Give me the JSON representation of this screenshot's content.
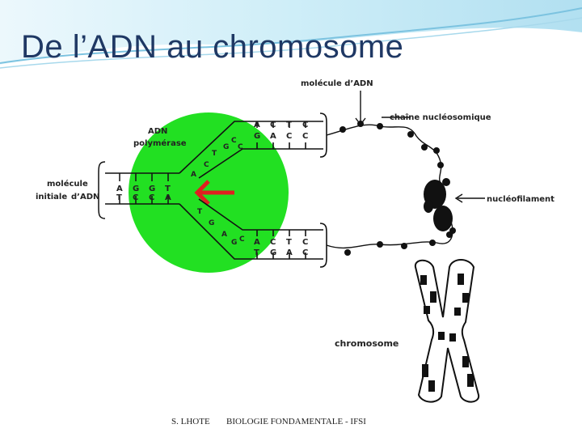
{
  "slide": {
    "title": "De l’ADN au chromosome",
    "footer_author": "S. LHOTE",
    "footer_course": "BIOLOGIE FONDAMENTALE - IFSI"
  },
  "diagram": {
    "label_molecule": "molécule d’ADN",
    "label_chain": "chaîne nucléosomique",
    "label_filament": "nucléofilament",
    "label_chromosome": "chromosome",
    "label_polymerase_1": "ADN",
    "label_polymerase_2": "polymérase",
    "label_initial_1": "molécule",
    "label_initial_2": "initiale",
    "label_initial_3": "d’ADN",
    "bases_initial_top": [
      "A",
      "G",
      "G",
      "T"
    ],
    "bases_initial_bottom": [
      "T",
      "C",
      "C",
      "A"
    ],
    "bases_upper_top": [
      "A",
      "C",
      "T",
      "C"
    ],
    "bases_upper_bottom": [
      "G",
      "A",
      "C",
      "C"
    ],
    "bases_lower_top": [
      "A",
      "C",
      "T",
      "C"
    ],
    "bases_lower_bottom": [
      "T",
      "G",
      "A",
      "C"
    ],
    "bases_fork_upper": [
      "A",
      "C",
      "T",
      "G",
      "C",
      "C"
    ],
    "bases_fork_lower": [
      "T",
      "G",
      "A",
      "G",
      "C"
    ],
    "colors": {
      "title": "#1f3864",
      "enzyme": "#22e022",
      "arrow": "#e02020",
      "header_wave": "#bfe6f5"
    }
  }
}
